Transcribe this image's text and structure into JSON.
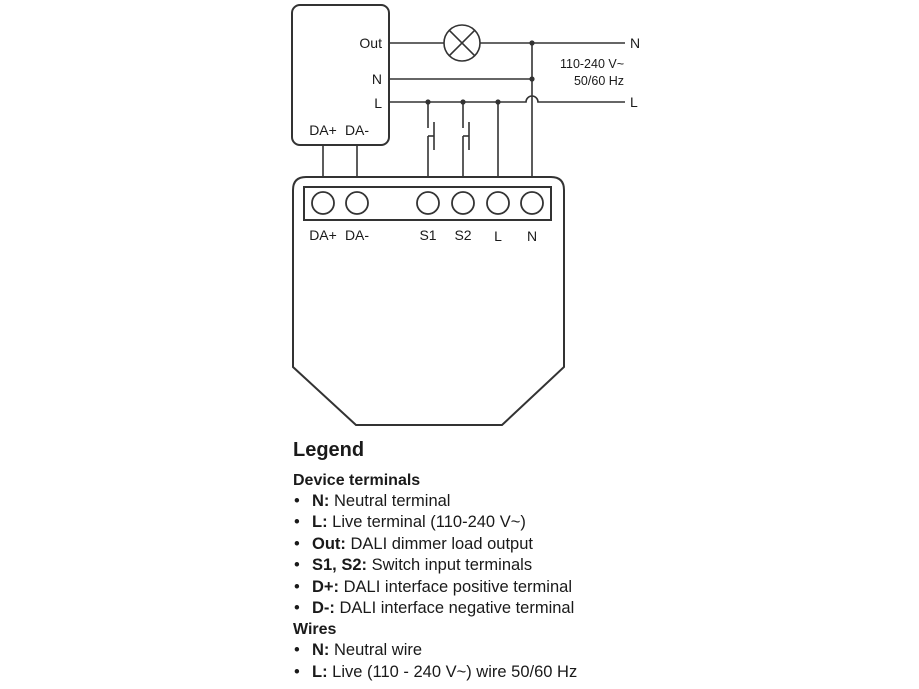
{
  "diagram": {
    "dali_box": {
      "terminals": [
        "Out",
        "N",
        "L"
      ],
      "bottom_labels": [
        "DA+",
        "DA-"
      ]
    },
    "supply": {
      "n_label": "N",
      "l_label": "L",
      "voltage_line1": "110-240 V~",
      "voltage_line2": "50/60 Hz"
    },
    "device": {
      "terminals": [
        "DA+",
        "DA-",
        "S1",
        "S2",
        "L",
        "N"
      ]
    },
    "icons": {
      "load": "lamp-icon",
      "switch": "push-switch-icon"
    }
  },
  "legend": {
    "title": "Legend",
    "sections": [
      {
        "title": "Device terminals",
        "items": [
          {
            "key": "N:",
            "text": " Neutral terminal"
          },
          {
            "key": "L:",
            "text": " Live terminal (110-240 V~)"
          },
          {
            "key": "Out:",
            "text": " DALI dimmer load output"
          },
          {
            "key": "S1, S2:",
            "text": " Switch input terminals"
          },
          {
            "key": "D+:",
            "text": " DALI interface positive terminal"
          },
          {
            "key": "D-:",
            "text": " DALI interface negative terminal"
          }
        ]
      },
      {
        "title": "Wires",
        "items": [
          {
            "key": "N:",
            "text": " Neutral wire"
          },
          {
            "key": "L:",
            "text": " Live (110 - 240 V~) wire 50/60 Hz"
          }
        ]
      }
    ]
  }
}
